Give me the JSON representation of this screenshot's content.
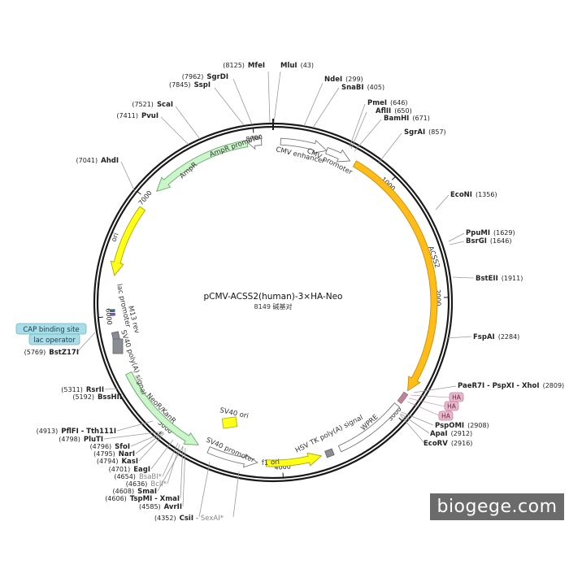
{
  "plasmid": {
    "name": "pCMV-ACSS2(human)-3×HA-Neo",
    "size_label": "8149 碱基对",
    "length": 8149
  },
  "ticks": [
    {
      "pos": 1000,
      "label": "1000"
    },
    {
      "pos": 2000,
      "label": "2000"
    },
    {
      "pos": 3000,
      "label": "3000"
    },
    {
      "pos": 4000,
      "label": "4000"
    },
    {
      "pos": 5000,
      "label": "5000"
    },
    {
      "pos": 6000,
      "label": "6000"
    },
    {
      "pos": 7000,
      "label": "7000"
    },
    {
      "pos": 8000,
      "label": "8000"
    }
  ],
  "features": [
    {
      "name": "CMV enhancer",
      "start": 61,
      "end": 440,
      "dir": 1,
      "color": "#ffffff",
      "stroke": "#777777",
      "label": "CMV enhancer"
    },
    {
      "name": "CMV promoter",
      "start": 440,
      "end": 645,
      "dir": 1,
      "color": "#ffffff",
      "stroke": "#777777",
      "label": "CMV promoter"
    },
    {
      "name": "ACSS2",
      "start": 690,
      "end": 2790,
      "dir": 1,
      "color": "#ffbd1a",
      "stroke": "#d28c00",
      "label": "ACSS2"
    },
    {
      "name": "WPRE",
      "start": 2935,
      "end": 3520,
      "dir": 0,
      "color": "#ffffff",
      "stroke": "#777777",
      "label": "WPRE"
    },
    {
      "name": "HSV TK poly(A) signal",
      "start": 3580,
      "end": 3640,
      "dir": 0,
      "color": "#8a8e94",
      "stroke": "#666666",
      "label": "HSV TK poly(A) signal"
    },
    {
      "name": "f1 ori",
      "start": 3680,
      "end": 4130,
      "dir": -1,
      "color": "#ffff1a",
      "stroke": "#a8a800",
      "label": "f1 ori"
    },
    {
      "name": "SV40 promoter",
      "start": 4200,
      "end": 4610,
      "dir": -1,
      "color": "#ffffff",
      "stroke": "#777777",
      "label": "SV40 promoter"
    },
    {
      "name": "NeoR/KanR",
      "start": 4700,
      "end": 5520,
      "dir": -1,
      "color": "#ccf5cc",
      "stroke": "#66aa66",
      "label": "NeoR/KanR"
    },
    {
      "name": "SV40 poly(A) signal",
      "start": 5740,
      "end": 5870,
      "dir": 0,
      "color": "#8a8e94",
      "stroke": "#666666",
      "label": "SV40 poly(A) signal"
    },
    {
      "name": "ori",
      "start": 6330,
      "end": 6920,
      "dir": -1,
      "color": "#ffff1a",
      "stroke": "#a8a800",
      "label": "ori"
    },
    {
      "name": "AmpR",
      "start": 7100,
      "end": 7940,
      "dir": -1,
      "color": "#ccf5cc",
      "stroke": "#66aa66",
      "label": "AmpR"
    },
    {
      "name": "AmpR promoter",
      "start": 7950,
      "end": 8055,
      "dir": -1,
      "color": "#ffffff",
      "stroke": "#777777",
      "label": "AmpR promoter"
    }
  ],
  "small_marks": [
    {
      "name": "3xHA",
      "start": 2815,
      "end": 2905,
      "color": "#c3819b"
    },
    {
      "name": "CAP binding site",
      "start": 6035,
      "end": 6055,
      "color": "#2f6f80"
    },
    {
      "name": "lac operator",
      "start": 6005,
      "end": 6025,
      "color": "#7e4fc2"
    }
  ],
  "inner_labels": [
    {
      "text": "M13 rev"
    },
    {
      "text": "lac promoter"
    },
    {
      "text": "SV40 ori"
    }
  ],
  "sites": [
    {
      "name": "MfeI",
      "pos": "(8125)"
    },
    {
      "name": "MluI",
      "pos": "(43)"
    },
    {
      "name": "SgrDI",
      "pos": "(7962)"
    },
    {
      "name": "SspI",
      "pos": "(7845)"
    },
    {
      "name": "NdeI",
      "pos": "(299)"
    },
    {
      "name": "SnaBI",
      "pos": "(405)"
    },
    {
      "name": "ScaI",
      "pos": "(7521)"
    },
    {
      "name": "PvuI",
      "pos": "(7411)"
    },
    {
      "name": "PmeI",
      "pos": "(646)"
    },
    {
      "name": "AflII",
      "pos": "(650)"
    },
    {
      "name": "BamHI",
      "pos": "(671)"
    },
    {
      "name": "SgrAI",
      "pos": "(857)"
    },
    {
      "name": "AhdI",
      "pos": "(7041)"
    },
    {
      "name": "EcoNI",
      "pos": "(1356)"
    },
    {
      "name": "PpuMI",
      "pos": "(1629)"
    },
    {
      "name": "BsrGI",
      "pos": "(1646)"
    },
    {
      "name": "BstEII",
      "pos": "(1911)"
    },
    {
      "name": "FspAI",
      "pos": "(2284)"
    },
    {
      "name": "PaeR7I - PspXI - XhoI",
      "pos": "(2809)"
    },
    {
      "name": "PspOMI",
      "pos": "(2908)"
    },
    {
      "name": "ApaI",
      "pos": "(2912)"
    },
    {
      "name": "EcoRV",
      "pos": "(2916)"
    },
    {
      "name": "BstZ17I",
      "pos": "(5769)"
    },
    {
      "name": "RsrII",
      "pos": "(5311)"
    },
    {
      "name": "BssHII",
      "pos": "(5192)"
    },
    {
      "name": "PflFI - Tth111I",
      "pos": "(4913)"
    },
    {
      "name": "PluTI",
      "pos": "(4798)"
    },
    {
      "name": "SfoI",
      "pos": "(4796)"
    },
    {
      "name": "NarI",
      "pos": "(4795)"
    },
    {
      "name": "KasI",
      "pos": "(4794)"
    },
    {
      "name": "EagI",
      "pos": "(4701)"
    },
    {
      "name": "BsaBI*",
      "pos": "(4654)"
    },
    {
      "name": "BclI*",
      "pos": "(4636)"
    },
    {
      "name": "SmaI",
      "pos": "(4608)"
    },
    {
      "name": "TspMI - XmaI",
      "pos": "(4606)"
    },
    {
      "name": "AvrII",
      "pos": "(4585)"
    },
    {
      "name": "CsiI",
      "pos": "(4352)"
    },
    {
      "name": "SexAI*",
      "pos": ""
    }
  ],
  "badges": [
    {
      "text": "CAP binding site"
    },
    {
      "text": "lac operator"
    }
  ],
  "ha_tags": [
    {
      "text": "HA"
    },
    {
      "text": "HA"
    },
    {
      "text": "HA"
    }
  ],
  "watermark": "biogege.com"
}
